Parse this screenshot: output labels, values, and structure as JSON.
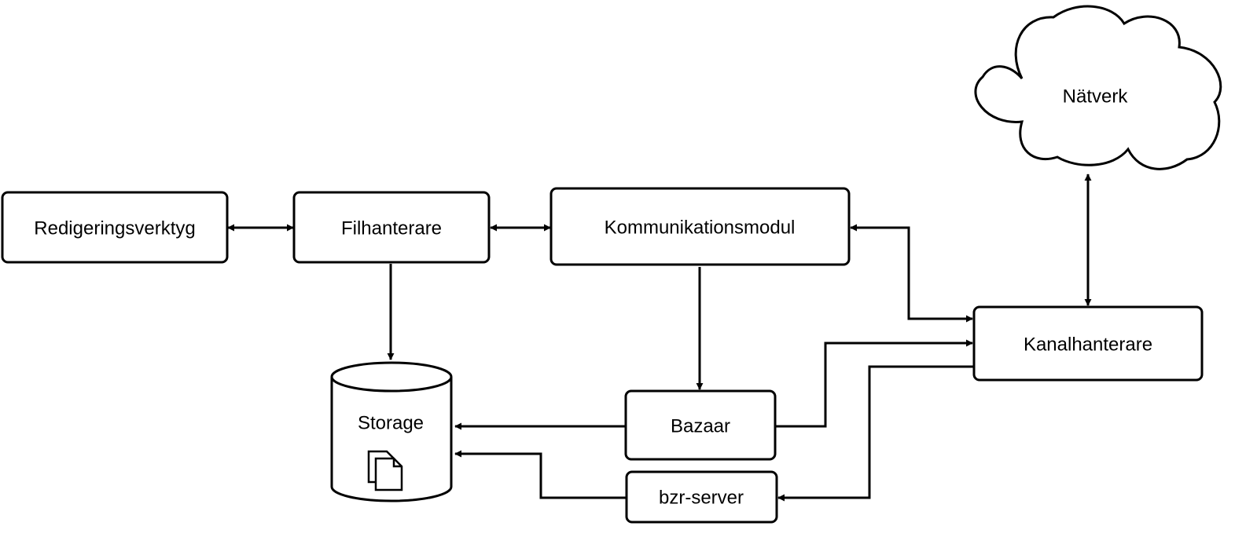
{
  "diagram": {
    "nodes": {
      "redigeringsverktyg": "Redigeringsverktyg",
      "filhanterare": "Filhanterare",
      "kommunikationsmodul": "Kommunikationsmodul",
      "natverk": "Nätverk",
      "kanalhanterare": "Kanalhanterare",
      "storage": "Storage",
      "bazaar": "Bazaar",
      "bzr_server": "bzr-server"
    },
    "colors": {
      "stroke": "#000000",
      "fill": "#ffffff"
    },
    "icons": {
      "storage": "documents-icon",
      "network": "cloud-shape"
    }
  }
}
